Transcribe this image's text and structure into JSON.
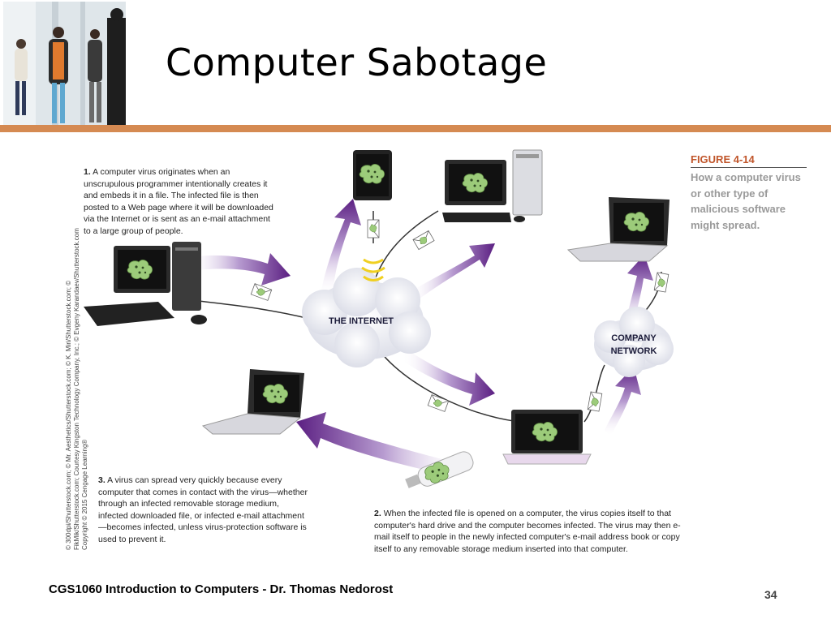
{
  "slide": {
    "title": "Computer Sabotage",
    "footer": "CGS1060 Introduction to Computers - Dr. Thomas Nedorost",
    "page_number": "34"
  },
  "figure": {
    "number": "FIGURE 4-14",
    "caption": "How a computer virus or other type of malicious software might spread.",
    "internet_label": "THE INTERNET",
    "company_network_label_1": "COMPANY",
    "company_network_label_2": "NETWORK",
    "step1_num": "1.",
    "step1_text": "A computer virus originates when an unscrupulous programmer intentionally creates it and embeds it in a file. The infected file is then posted to a Web page where it will be downloaded via the Internet or is sent as an e-mail attachment to a large group of people.",
    "step2_num": "2.",
    "step2_text": "When the infected file is opened on a computer, the virus copies itself to that computer's hard drive and the computer becomes infected. The virus may then e-mail itself to people in the newly infected computer's e-mail address book or copy itself to any removable storage medium inserted into that computer.",
    "step3_num": "3.",
    "step3_text": "A virus can spread very quickly because every computer that comes in contact with the virus—whether through an infected removable storage medium, infected downloaded file, or infected e-mail attachment—becomes infected, unless virus-protection software is used to prevent it.",
    "credits": "© 300dpi/Shutterstock.com; © Mr. Aesthetics/Shutterstock.com; © K. Miri/Shutterstock.com; © FikMik/Shutterstock.com; Courtesy Kingston Technology Company, Inc.; © Evgeny Karandaev/Shutterstock.com Copyright © 2015 Cengage Learning®"
  },
  "colors": {
    "accent_rule": "#d58a52",
    "figure_number": "#c0552a",
    "caption_gray": "#9a9a9a",
    "arrow_purple": "#6a2d8c",
    "virus_green": "#9ccb7a"
  }
}
